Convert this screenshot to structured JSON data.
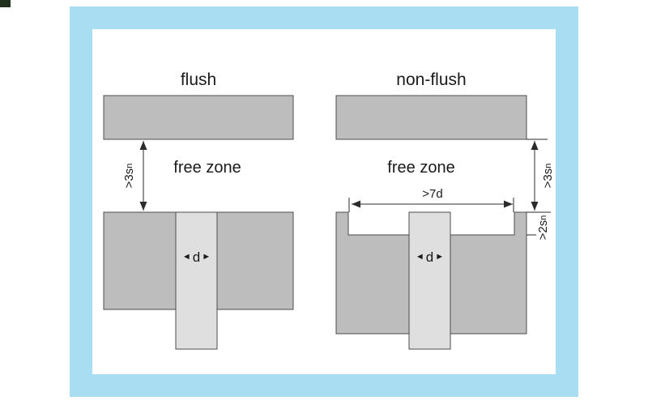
{
  "palette": {
    "frame_blue": "#a9ddf2",
    "block_gray": "#bdbdbd",
    "sensor_gray": "#dfdfdf",
    "line": "#2b2b2b"
  },
  "left": {
    "title": "flush",
    "free_zone_label": "free zone",
    "gap_dim": {
      "base": ">3s",
      "sub": "n"
    },
    "diameter": {
      "left_arrow": "◄",
      "text": "d",
      "right_arrow": "►"
    }
  },
  "right": {
    "title": "non-flush",
    "free_zone_label": "free zone",
    "gap_dim": {
      "base": ">3s",
      "sub": "n"
    },
    "recess_width_dim": ">7d",
    "recess_depth_dim": {
      "base": ">2s",
      "sub": "n"
    },
    "diameter": {
      "left_arrow": "◄",
      "text": "d",
      "right_arrow": "►"
    }
  }
}
